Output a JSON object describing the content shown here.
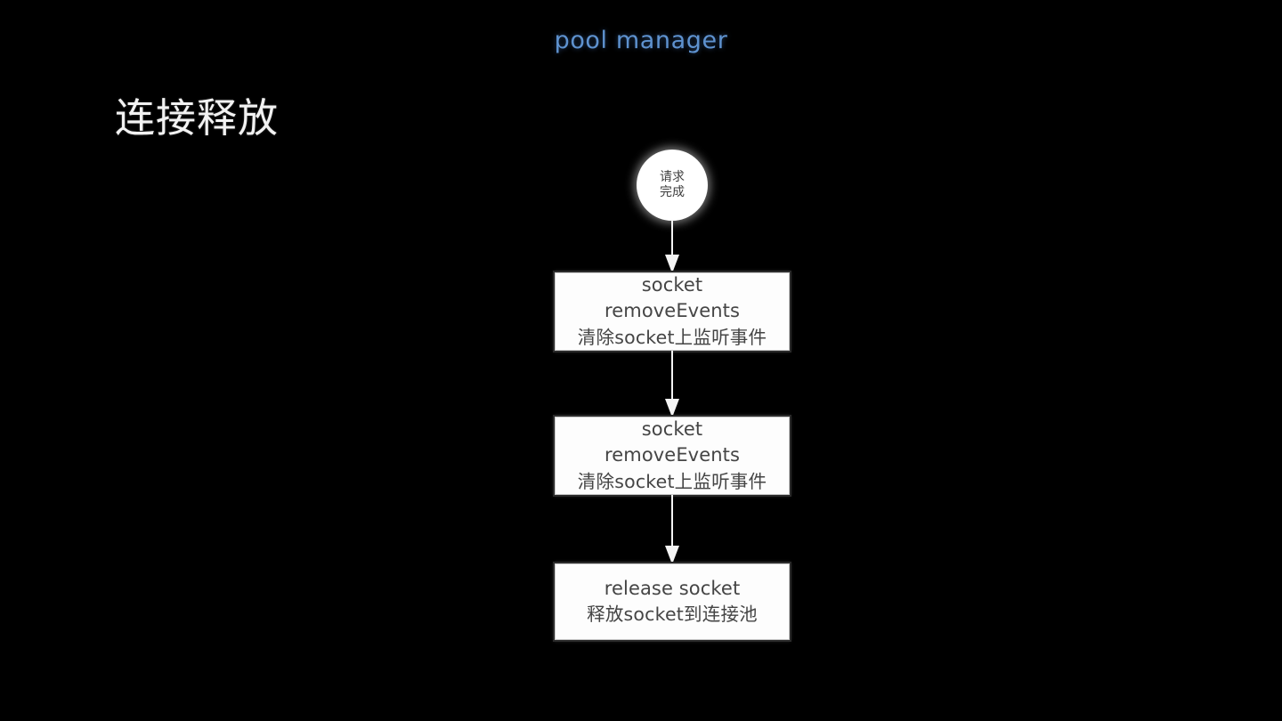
{
  "slide": {
    "subtitle": "pool manager",
    "title": "连接释放",
    "subtitle_color": "#5e92cf",
    "title_color": "#f2f2f2",
    "background_color": "#000000"
  },
  "diagram": {
    "type": "flowchart",
    "direction": "top-to-bottom",
    "node_fill": "#fdfdfd",
    "node_text_color": "#454545",
    "connector_color": "#f4f4f4",
    "start_node": {
      "shape": "circle",
      "line1": "请求",
      "line2": "完成"
    },
    "steps": [
      {
        "shape": "rect",
        "line1": "socket",
        "line2": "removeEvents",
        "line3": "清除socket上监听事件"
      },
      {
        "shape": "rect",
        "line1": "socket",
        "line2": "removeEvents",
        "line3": "清除socket上监听事件"
      },
      {
        "shape": "rect",
        "line1": "release socket",
        "line2": "释放socket到连接池",
        "line3": ""
      }
    ],
    "connectors": [
      {
        "name": "start-to-step1",
        "arrow": "down"
      },
      {
        "name": "step1-to-step2",
        "arrow": "down"
      },
      {
        "name": "step2-to-step3",
        "arrow": "down"
      }
    ]
  }
}
